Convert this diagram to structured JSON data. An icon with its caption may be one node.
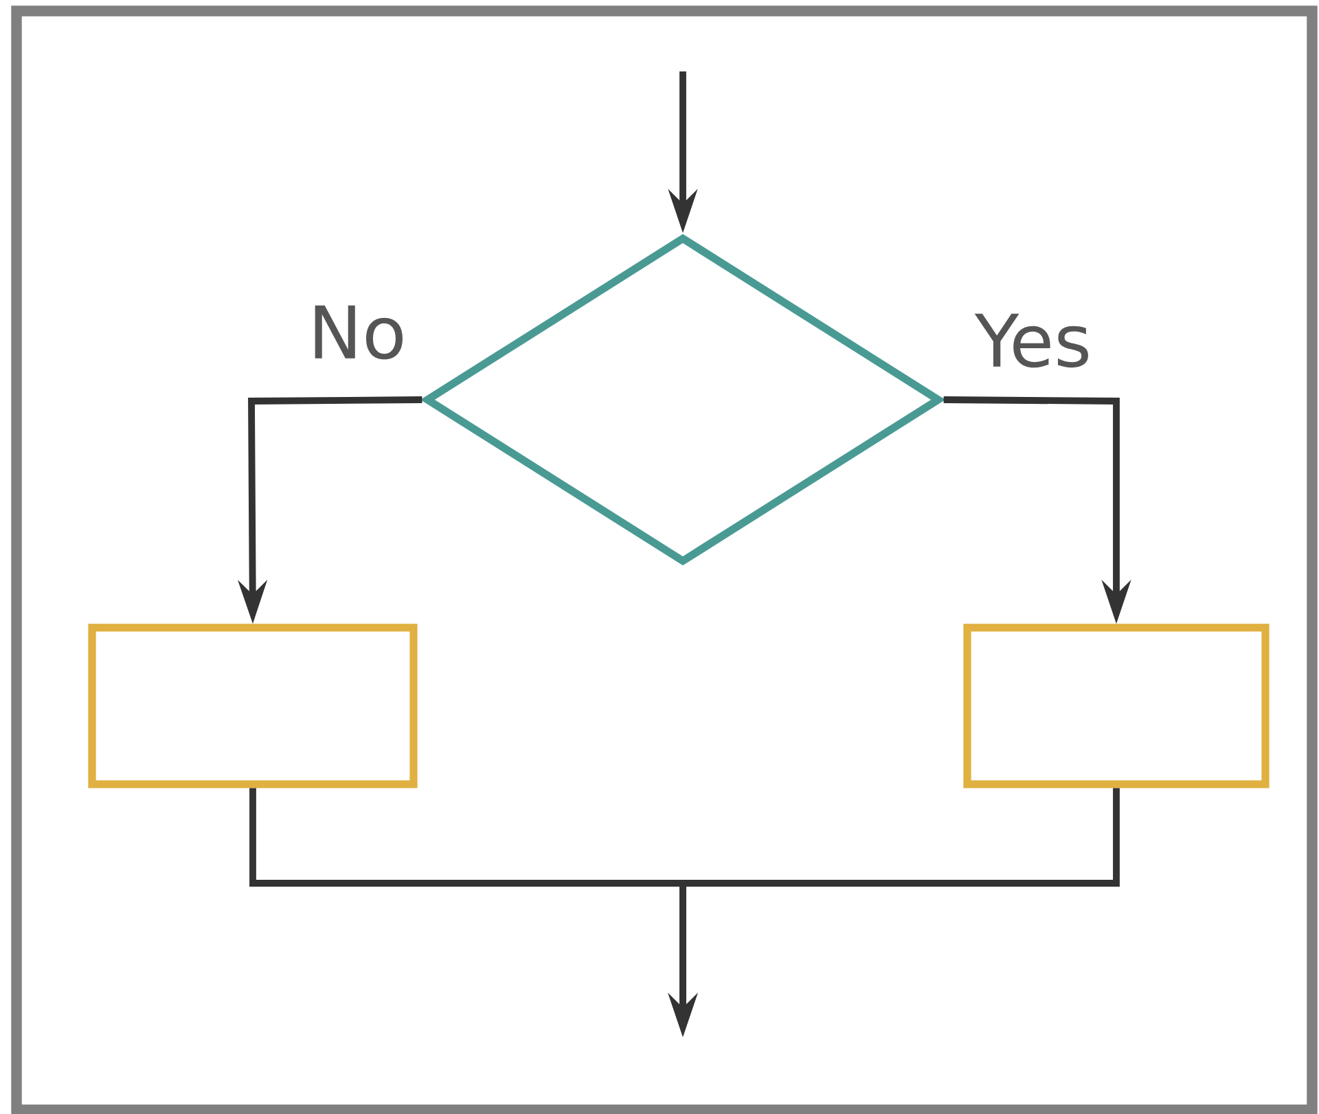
{
  "diagram": {
    "nodes": [
      {
        "text": [],
        "shape": "diamond"
      },
      {
        "text": [],
        "shape": "box"
      },
      {
        "text": [],
        "shape": "box"
      }
    ],
    "edges": [
      {
        "from": null,
        "to": 0,
        "arrow": "to"
      },
      {
        "from": 0,
        "to": 1,
        "arrow": "to",
        "label": "No"
      },
      {
        "from": 0,
        "to": 2,
        "arrow": "to",
        "label": "Yes"
      },
      {
        "from": 1,
        "to": null,
        "arrow": "to"
      },
      {
        "from": 2,
        "to": null,
        "arrow": "to"
      }
    ]
  }
}
